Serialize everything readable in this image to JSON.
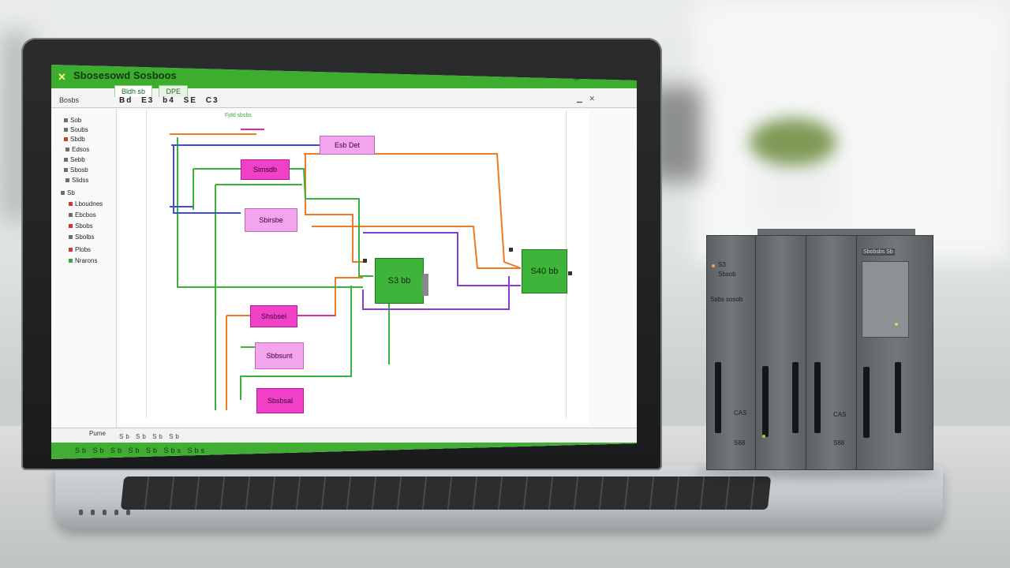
{
  "app": {
    "logo_icon": "app-logo-icon",
    "title": "Sbosesowd Sosboos",
    "window_controls": [
      "minimize-icon",
      "maximize-icon",
      "close-icon"
    ]
  },
  "tabs": [
    {
      "label": "Bldh sb",
      "active": true
    },
    {
      "label": "DPE",
      "active": false
    }
  ],
  "menu": {
    "left_label": "Bosbs"
  },
  "toolbar": {
    "items": [
      "Bd",
      "E3",
      "b4",
      "SE",
      "C3"
    ]
  },
  "sidebar": {
    "items": [
      "Sob",
      "Soubs",
      "Sbdb",
      "Edsos",
      "Sebb",
      "Sbosb",
      "Slidss",
      "Sb",
      "Lboudnes",
      "Ebcbos",
      "Sbobs",
      "Sbolbs",
      "Plobs",
      "Nrarons"
    ]
  },
  "diagram": {
    "header_label": "Fjdd sbsbs",
    "blocks": [
      {
        "id": "b1",
        "label": "Esb Det",
        "color": "pink"
      },
      {
        "id": "b2",
        "label": "Simsdb",
        "color": "magenta"
      },
      {
        "id": "b3",
        "label": "Sbirsbe",
        "color": "pink"
      },
      {
        "id": "b4",
        "label": "S3 bb",
        "color": "green"
      },
      {
        "id": "b5",
        "label": "S40 bb",
        "color": "green"
      },
      {
        "id": "b6",
        "label": "Shsbsel",
        "color": "magenta"
      },
      {
        "id": "b7",
        "label": "Sbbsunt",
        "color": "pink"
      },
      {
        "id": "b8",
        "label": "Sbsbsal",
        "color": "magenta"
      }
    ],
    "wire_colors": {
      "orange": "#f07a22",
      "green": "#39b33a",
      "blue": "#3a4fd6",
      "purple": "#8b3ad6",
      "magenta": "#d62f9a"
    }
  },
  "statusbar": {
    "label": "Pume",
    "tabs": [
      "Sb",
      "Sb",
      "Sb",
      "Sb"
    ],
    "text": "Sb  Sb  Sb  Sb  Sb  Sbs  Sbs"
  },
  "plc": {
    "module_labels": [
      "S3",
      "Sbsob",
      "Ssbs sosob",
      "CAS",
      "S68",
      "CAS",
      "S68"
    ],
    "brand": "Sbobsbs Sb",
    "led_colors": [
      "#f2a83b",
      "#9ad63a",
      "#b8e35a"
    ]
  },
  "colors": {
    "accent": "#3dad2f",
    "block_magenta": "#f041c8",
    "block_pink": "#f2a5ec",
    "block_green": "#3fb43a"
  }
}
